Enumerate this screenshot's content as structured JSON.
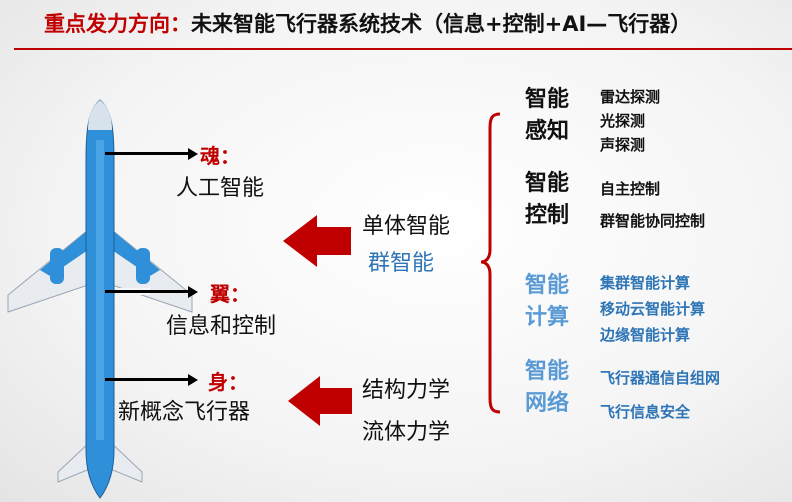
{
  "title": {
    "prefix": "重点发力方向：",
    "main": "未来智能飞行器系统技术（信息+控制+AI—飞行器）"
  },
  "left_labels": [
    {
      "key": "魂：",
      "value": "人工智能"
    },
    {
      "key": "翼：",
      "value": "信息和控制"
    },
    {
      "key": "身：",
      "value": "新概念飞行器"
    }
  ],
  "center": {
    "upper_line1": "单体智能",
    "upper_line2": "群智能",
    "lower_line1": "结构力学",
    "lower_line2": "流体力学"
  },
  "categories": [
    {
      "line1": "智能",
      "line2": "感知",
      "items": [
        "雷达探测",
        "光探测",
        "声探测"
      ]
    },
    {
      "line1": "智能",
      "line2": "控制",
      "items": [
        "自主控制",
        "群智能协同控制"
      ]
    },
    {
      "line1": "智能",
      "line2": "计算",
      "items": [
        "集群智能计算",
        "移动云智能计算",
        "边缘智能计算"
      ]
    },
    {
      "line1": "智能",
      "line2": "网络",
      "items": [
        "飞行器通信自组网",
        "飞行信息安全"
      ]
    }
  ],
  "colors": {
    "accent_red": "#c00000",
    "blue_text": "#2e75b6",
    "light_blue_text": "#5b9bd5",
    "plane_blue": "#2f8fd8"
  }
}
